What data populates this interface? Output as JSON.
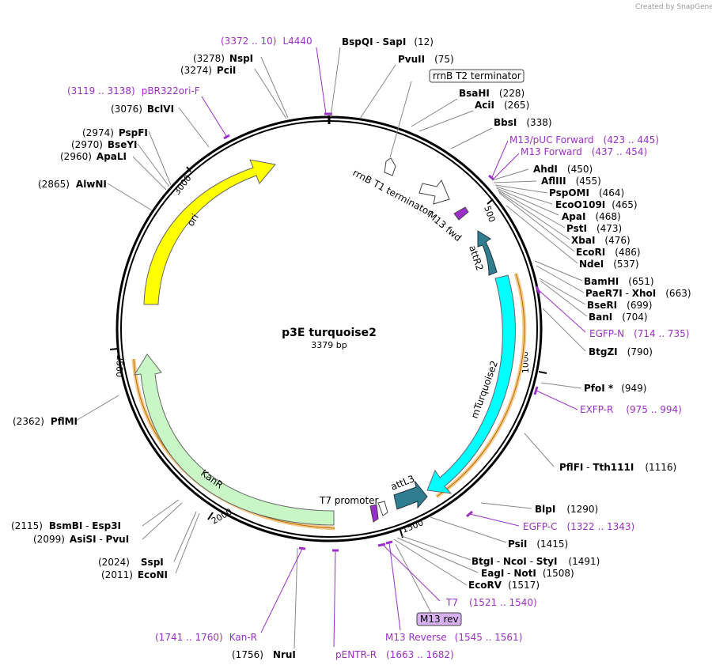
{
  "credit": "Created by SnapGene",
  "title": "p3E turquoise2",
  "length": "3379 bp",
  "ticks": [
    "500",
    "1000",
    "1500",
    "2000",
    "2500",
    "3000"
  ],
  "features": {
    "ori": "ori",
    "rrnB_T1": "rrnB T1 terminator",
    "rrnB_T2": "rrnB T2 terminator",
    "M13fwd": "M13 fwd",
    "attR2": "attR2",
    "mTurquoise2": "mTurquoise2",
    "attL3": "attL3",
    "T7promoter": "T7 promoter",
    "KanR": "KanR",
    "M13rev": "M13 rev"
  },
  "sites": [
    {
      "id": "bspqi",
      "name": "BspQI",
      "name2": "SapI",
      "pos": "(12)"
    },
    {
      "id": "pvuii",
      "name": "PvuII",
      "pos": "(75)"
    },
    {
      "id": "bsahi",
      "name": "BsaHI",
      "pos": "(228)"
    },
    {
      "id": "acii",
      "name": "AciI",
      "pos": "(265)"
    },
    {
      "id": "bbsi",
      "name": "BbsI",
      "pos": "(338)"
    },
    {
      "id": "ahdi",
      "name": "AhdI",
      "pos": "(450)"
    },
    {
      "id": "afliii",
      "name": "AflIII",
      "pos": "(455)"
    },
    {
      "id": "pspomi",
      "name": "PspOMI",
      "pos": "(464)"
    },
    {
      "id": "eco0109i",
      "name": "EcoO109I",
      "pos": "(465)"
    },
    {
      "id": "apai",
      "name": "ApaI",
      "pos": "(468)"
    },
    {
      "id": "psti",
      "name": "PstI",
      "pos": "(473)"
    },
    {
      "id": "xbai",
      "name": "XbaI",
      "pos": "(476)"
    },
    {
      "id": "ecori",
      "name": "EcoRI",
      "pos": "(486)"
    },
    {
      "id": "ndei",
      "name": "NdeI",
      "pos": "(537)"
    },
    {
      "id": "bamhi",
      "name": "BamHI",
      "pos": "(651)"
    },
    {
      "id": "paer7i",
      "name": "PaeR7I",
      "name2": "XhoI",
      "pos": "(663)"
    },
    {
      "id": "bseri",
      "name": "BseRI",
      "pos": "(699)"
    },
    {
      "id": "bani",
      "name": "BanI",
      "pos": "(704)"
    },
    {
      "id": "btgzi",
      "name": "BtgZI",
      "pos": "(790)"
    },
    {
      "id": "pfoi",
      "name": "PfoI *",
      "pos": "(949)"
    },
    {
      "id": "pflfi",
      "name": "PflFI",
      "name2": "Tth111I",
      "pos": "(1116)"
    },
    {
      "id": "blpi",
      "name": "BlpI",
      "pos": "(1290)"
    },
    {
      "id": "psii",
      "name": "PsiI",
      "pos": "(1415)"
    },
    {
      "id": "btgi",
      "name": "BtgI",
      "name2": "NcoI",
      "name3": "StyI",
      "pos": "(1491)"
    },
    {
      "id": "eagi",
      "name": "EagI",
      "name2": "NotI",
      "pos": "(1508)"
    },
    {
      "id": "ecorv",
      "name": "EcoRV",
      "pos": "(1517)"
    },
    {
      "id": "nrui",
      "name": "NruI",
      "pos": "(1756)"
    },
    {
      "id": "econi",
      "name": "EcoNI",
      "pos": "(2011)"
    },
    {
      "id": "sspi",
      "name": "SspI",
      "pos": "(2024)"
    },
    {
      "id": "asisi",
      "name": "AsiSI",
      "name2": "PvuI",
      "pos": "(2099)"
    },
    {
      "id": "bsmbi",
      "name": "BsmBI",
      "name2": "Esp3I",
      "pos": "(2115)"
    },
    {
      "id": "pflmi",
      "name": "PflMI",
      "pos": "(2362)"
    },
    {
      "id": "alwni",
      "name": "AlwNI",
      "pos": "(2865)"
    },
    {
      "id": "apali",
      "name": "ApaLI",
      "pos": "(2960)"
    },
    {
      "id": "bseyi",
      "name": "BseYI",
      "pos": "(2970)"
    },
    {
      "id": "pspfi",
      "name": "PspFI",
      "pos": "(2974)"
    },
    {
      "id": "bclvi",
      "name": "BclVI",
      "pos": "(3076)"
    },
    {
      "id": "pcii",
      "name": "PciI",
      "pos": "(3274)"
    },
    {
      "id": "nspi",
      "name": "NspI",
      "pos": "(3278)"
    }
  ],
  "primers": [
    {
      "id": "l4440",
      "name": "L4440",
      "range": "(3372 .. 10)"
    },
    {
      "id": "pbr322",
      "name": "pBR322ori-F",
      "range": "(3119 .. 3138)"
    },
    {
      "id": "m13puc",
      "name": "M13/pUC Forward",
      "range": "(423 .. 445)"
    },
    {
      "id": "m13fwd",
      "name": "M13 Forward",
      "range": "(437 .. 454)"
    },
    {
      "id": "egfpn",
      "name": "EGFP-N",
      "range": "(714 .. 735)"
    },
    {
      "id": "exfpr",
      "name": "EXFP-R",
      "range": "(975 .. 994)"
    },
    {
      "id": "egfpc",
      "name": "EGFP-C",
      "range": "(1322 .. 1343)"
    },
    {
      "id": "t7",
      "name": "T7",
      "range": "(1521 .. 1540)"
    },
    {
      "id": "m13rev",
      "name": "M13 Reverse",
      "range": "(1545 .. 1561)"
    },
    {
      "id": "pentr",
      "name": "pENTR-R",
      "range": "(1663 .. 1682)"
    },
    {
      "id": "kanr",
      "name": "Kan-R",
      "range": "(1741 .. 1760)"
    }
  ],
  "colors": {
    "ori": "#ffff00",
    "kanr": "#c8f7c5",
    "mturquoise2": "#00ffff",
    "att": "#2f7d8f",
    "primer": "#9b30c8",
    "orf": "#f7c98b",
    "backbone": "#000000"
  }
}
